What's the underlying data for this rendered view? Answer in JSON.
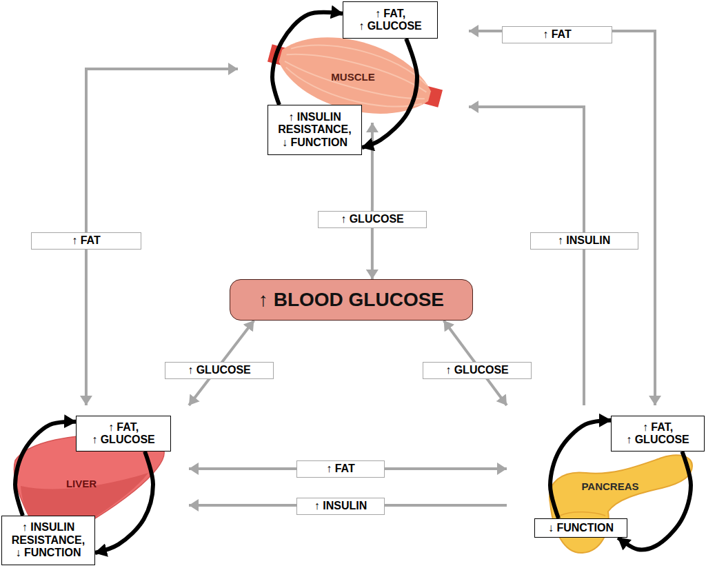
{
  "diagram": {
    "nodes": [
      {
        "text": [
          "↑ FAT, ↑ GLUCOSE"
        ]
      },
      {
        "text": [
          "MUSCLE"
        ]
      },
      {
        "text": [
          "↑ INSULIN RESISTANCE, ↓ FUNCTION"
        ]
      },
      {
        "text": [
          "↑ BLOOD GLUCOSE"
        ]
      },
      {
        "text": [
          "↑ FAT, ↑ GLUCOSE"
        ]
      },
      {
        "text": [
          "LIVER"
        ]
      },
      {
        "text": [
          "↑ INSULIN RESISTANCE, ↓ FUNCTION"
        ]
      },
      {
        "text": [
          "↑ FAT, ↑ GLUCOSE"
        ]
      },
      {
        "text": [
          "PANCREAS"
        ]
      },
      {
        "text": [
          "↓ FUNCTION"
        ]
      }
    ],
    "edges": [
      {
        "from": 1,
        "to": 3,
        "arrow": "both",
        "label": "↑ GLUCOSE"
      },
      {
        "from": 5,
        "to": 3,
        "arrow": "both",
        "label": "↑ GLUCOSE"
      },
      {
        "from": 8,
        "to": 3,
        "arrow": "both",
        "label": "↑ GLUCOSE"
      },
      {
        "from": 1,
        "to": 5,
        "arrow": "both",
        "label": "↑ FAT"
      },
      {
        "from": 1,
        "to": 8,
        "arrow": "both",
        "label": "↑ FAT"
      },
      {
        "from": 8,
        "to": 1,
        "arrow": "to",
        "label": "↑ INSULIN"
      },
      {
        "from": 5,
        "to": 8,
        "arrow": "both",
        "label": "↑ FAT"
      },
      {
        "from": 8,
        "to": 5,
        "arrow": "to",
        "label": "↑ INSULIN"
      },
      {
        "from": 0,
        "to": 2,
        "arrow": "to"
      },
      {
        "from": 2,
        "to": 0,
        "arrow": "to"
      },
      {
        "from": 4,
        "to": 6,
        "arrow": "to"
      },
      {
        "from": 6,
        "to": 4,
        "arrow": "to"
      },
      {
        "from": 7,
        "to": 9,
        "arrow": "to"
      },
      {
        "from": 9,
        "to": 7,
        "arrow": "to"
      }
    ]
  }
}
